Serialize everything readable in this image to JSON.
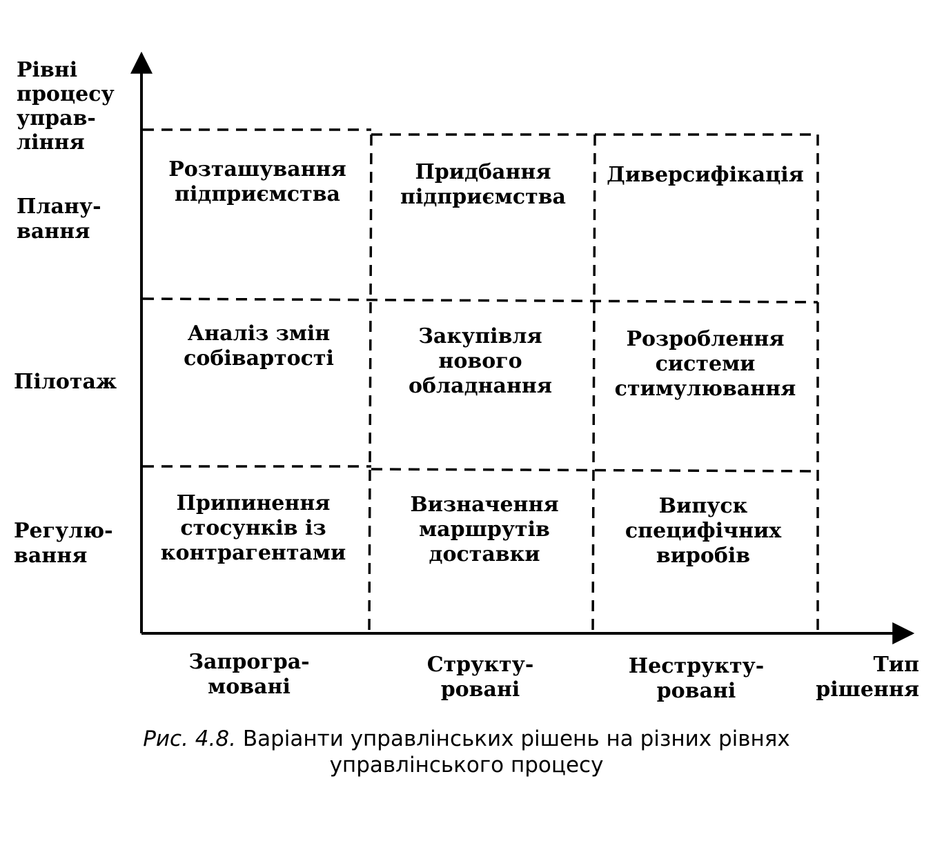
{
  "y_axis": {
    "title": "Рівні\nпроцесу\nуправ-\nління",
    "levels": [
      "Плану-\nвання",
      "Пілотаж",
      "Регулю-\nвання"
    ]
  },
  "x_axis": {
    "title": "Тип\nрішення",
    "types": [
      "Запрогра-\nмовані",
      "Структу-\nровані",
      "Неструкту-\nровані"
    ]
  },
  "cells": [
    [
      "Розташування\nпідприємства",
      "Придбання\nпідприємства",
      "Диверсифікація"
    ],
    [
      "Аналіз змін\nсобівартості",
      "Закупівля\nнового\nобладнання",
      "Розроблення\nсистеми\nстимулювання"
    ],
    [
      "Припинення\nстосунків із\nконтрагентами",
      "Визначення\nмаршрутів\nдоставки",
      "Випуск\nспецифічних\nвиробів"
    ]
  ],
  "caption": {
    "figure_label": "Рис. 4.8.",
    "text": "Варіанти управлінських рішень на різних рівнях\nуправлінського процесу"
  }
}
